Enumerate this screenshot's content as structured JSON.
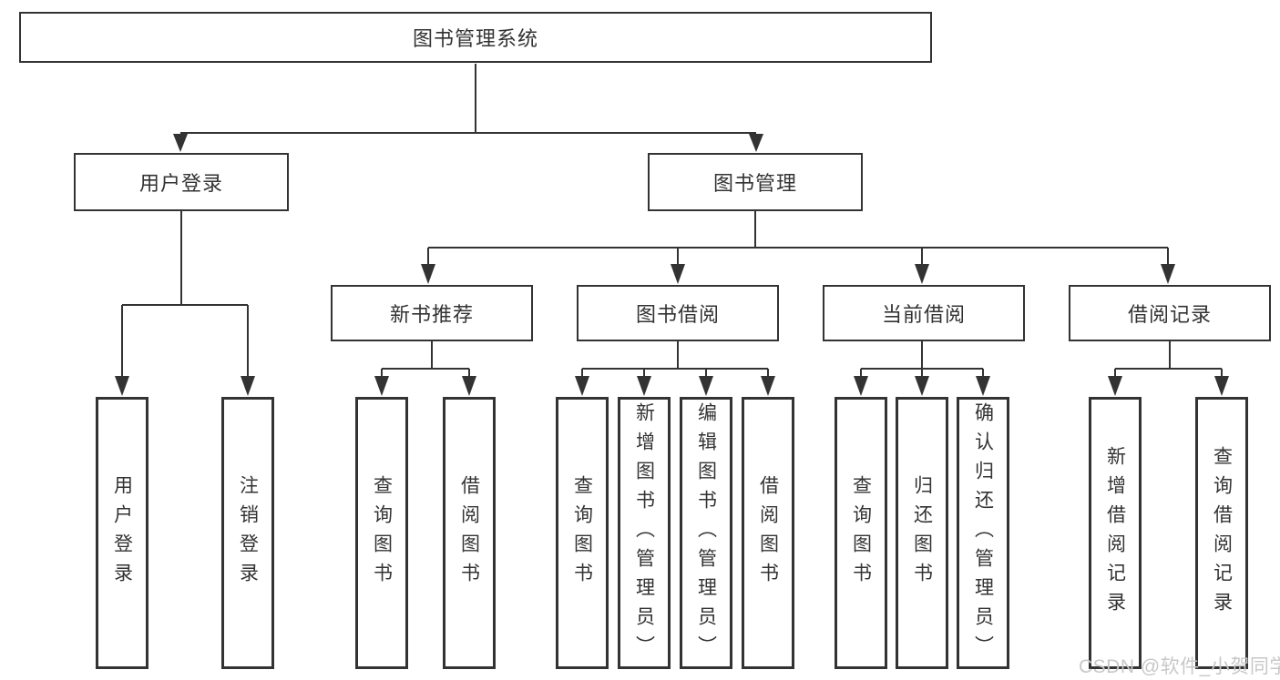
{
  "colors": {
    "line": "#333333",
    "text": "#333333",
    "box_border": "#333333",
    "box_fill": "#ffffff",
    "watermark": "#c8c8c8",
    "background": "#ffffff"
  },
  "watermark": "CSDN @软件_小贺同学",
  "diagram": {
    "type": "hierarchy-tree",
    "root": {
      "id": "system",
      "label": "图书管理系统"
    },
    "level2": [
      {
        "id": "user-login",
        "parent": "system",
        "label": "用户登录"
      },
      {
        "id": "book-management",
        "parent": "system",
        "label": "图书管理"
      }
    ],
    "level3": [
      {
        "id": "new-book-recommend",
        "parent": "book-management",
        "label": "新书推荐"
      },
      {
        "id": "book-borrow",
        "parent": "book-management",
        "label": "图书借阅"
      },
      {
        "id": "current-borrow",
        "parent": "book-management",
        "label": "当前借阅"
      },
      {
        "id": "borrow-records",
        "parent": "book-management",
        "label": "借阅记录"
      }
    ],
    "leaves": [
      {
        "parent": "user-login",
        "label": "用户登录"
      },
      {
        "parent": "user-login",
        "label": "注销登录"
      },
      {
        "parent": "new-book-recommend",
        "label": "查询图书"
      },
      {
        "parent": "new-book-recommend",
        "label": "借阅图书"
      },
      {
        "parent": "book-borrow",
        "label": "查询图书"
      },
      {
        "parent": "book-borrow",
        "label": "新增图书（管理员）"
      },
      {
        "parent": "book-borrow",
        "label": "编辑图书（管理员）"
      },
      {
        "parent": "book-borrow",
        "label": "借阅图书"
      },
      {
        "parent": "current-borrow",
        "label": "查询图书"
      },
      {
        "parent": "current-borrow",
        "label": "归还图书"
      },
      {
        "parent": "current-borrow",
        "label": "确认归还（管理员）"
      },
      {
        "parent": "borrow-records",
        "label": "新增借阅记录"
      },
      {
        "parent": "borrow-records",
        "label": "查询借阅记录"
      }
    ]
  }
}
